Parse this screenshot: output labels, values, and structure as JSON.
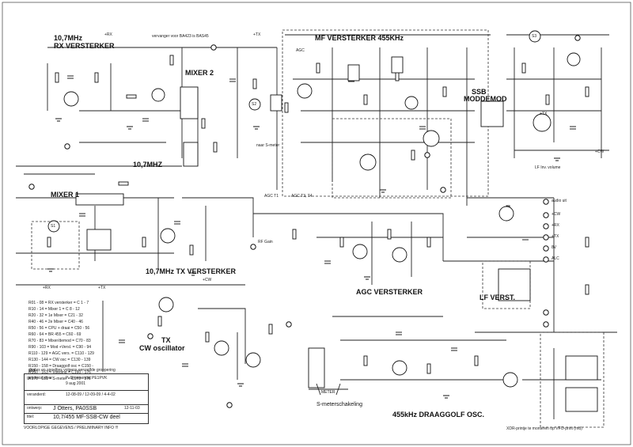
{
  "headings": {
    "rx_amp_line1": "10,7MHz",
    "rx_amp_line2": "RX VERSTERKER",
    "mixer2": "MIXER 2",
    "if_amp": "MF VERSTERKER 455KHz",
    "ssb_line1": "SSB",
    "ssb_line2": "MODDEMOD",
    "mixer1": "MIXER 1",
    "freq_10_7": "10,7MHZ",
    "tx_amp": "10,7MHz TX VERSTERKER",
    "agc_amp": "AGC VERSTERKER",
    "tx_osc_line1": "TX",
    "tx_osc_line2": "CW oscillator",
    "lf_amp": "LF VERST.",
    "carrier_osc": "455kHz DRAAGGOLF OSC.",
    "smeter": "S-meterschakeling"
  },
  "notes": {
    "ba423": "vervanger voor BA423 is BAS45",
    "xdr": "XDR-printje te monteren op VFO-print (rnd)"
  },
  "small_labels": {
    "rx": "+RX",
    "tx": "+TX",
    "cw": "+CW",
    "agc": "AGC",
    "agc_t1": "AGC T1",
    "agc_t3t4": "AGC T3, T4",
    "rf_gain": "RF Gain",
    "meter": "METER",
    "sw1": "S1",
    "sw2": "S2",
    "sw3": "S3",
    "to_smeter": "naar S-meter",
    "lf_volume": "LF Inv. volume",
    "audio": "audio"
  },
  "legend_rows": [
    "R01 - 08 = RX versterker   = C 1 - 7",
    "R10 - 14 = Mixer 1          = C 8 - 12",
    "R20 - 32 = 1e Mixer         = C21 - 32",
    "R40 - 46 = 2e Mixer         = C40 - 46",
    "R50 - 56 = CPU + draai     = C50 - 56",
    "R60 - 64 = BR 455           = C60 - 69",
    "R70 - 83 = Mixer/demod   = C70 - 83",
    "R90 - 103 = Mod +Versl.    = C90 - 94",
    "R110 - 129 = AGC vers.      = C110 - 129",
    "R130 - 144 = CW osc         = C130 - 139",
    "R150 - 158 = Draaggolf osc  = C150 - 159",
    "R160 - 163 = Voeding        = C160 - 176",
    "R170 - 181 = S-meter         = C170 - 176"
  ],
  "legend_footer": "diodes en spoeltjes volgens eenzelfde groepering",
  "title_block": {
    "drawn_by_label": "getekend door:",
    "drawn_by": "P. Groenendal PE1PVK",
    "date": "9 aug 2001",
    "changes_label": "veranderd:",
    "changes": "12-08-09 / 12-09-09 / 4-4-02",
    "design_label": "ontwerp:",
    "design": "J Otters, PA0SSB",
    "design_date": "12-11-03",
    "title_label": "titel:",
    "title": "10,7/455 MF-SSB-CW deel",
    "status": "VOORLOPIGE GEGEVENS / PRELIMINARY INFO !!!"
  },
  "connector_labels": {
    "pins": [
      "audio uit",
      "+CW",
      "+RX",
      "+TX",
      "8V",
      "ALC"
    ]
  },
  "colors": {
    "ink": "#111111",
    "paper": "#ffffff"
  }
}
